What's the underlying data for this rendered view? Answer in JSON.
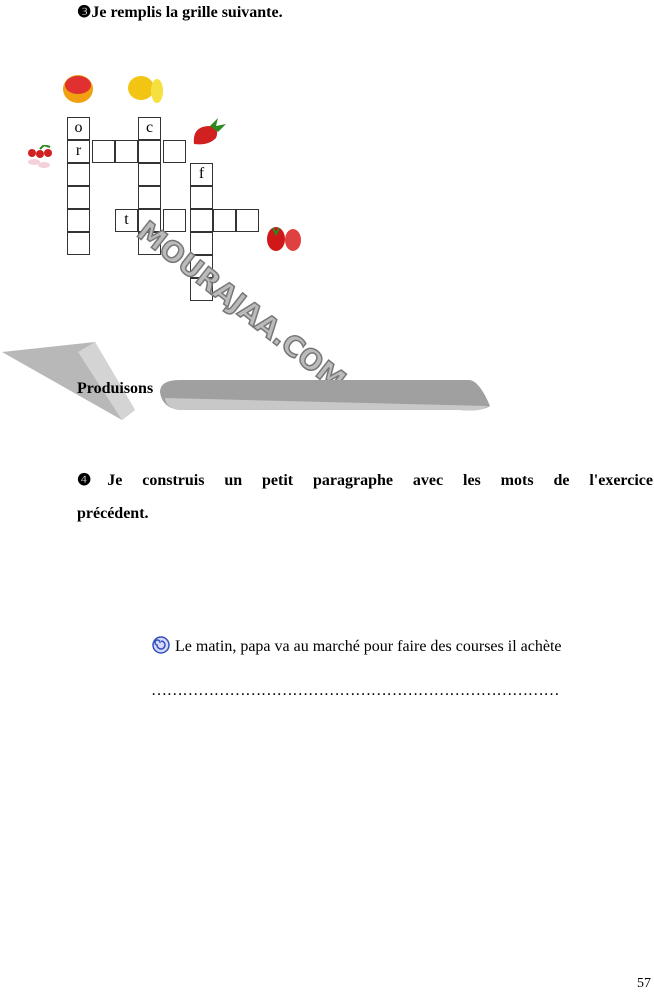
{
  "exercise3": {
    "icon": "❸",
    "title": "Je remplis la grille suivante."
  },
  "grid": {
    "letters": {
      "o": "o",
      "c": "c",
      "r": "r",
      "f": "f",
      "t": "t"
    }
  },
  "fruits": [
    "grapefruit",
    "lemon",
    "strawberry",
    "radish",
    "tomato"
  ],
  "watermark": "MOURAJAA.COM",
  "section": {
    "title": "Produisons"
  },
  "exercise4": {
    "icon": "❹",
    "title_line1": "Je construis un petit paragraphe avec les mots de l'exercice",
    "title_line2": "précédent."
  },
  "paragraph": {
    "text": " Le matin, papa va au marché pour faire des courses il achète",
    "dots": "……………………………………………………………………"
  },
  "page_number": "57"
}
